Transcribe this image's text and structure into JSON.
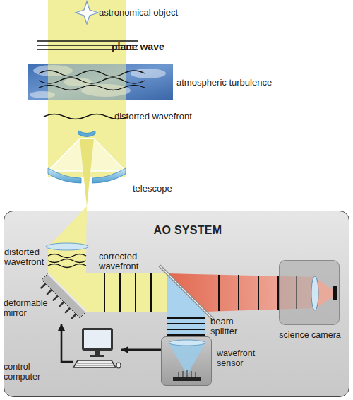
{
  "diagram": {
    "nodes": [
      {
        "text": [
          "AO SYSTEM"
        ]
      },
      {
        "text": [
          "deformable mirror"
        ],
        "in": 0
      },
      {
        "text": [
          "science camera"
        ],
        "in": 0
      },
      {
        "text": [
          "wavefront sensor"
        ],
        "in": 0
      },
      {
        "text": [
          "control computer"
        ],
        "in": 0
      }
    ],
    "edges": [
      {
        "from": 3,
        "to": 4,
        "arrow": "to"
      },
      {
        "from": 4,
        "to": 1,
        "arrow": "to"
      }
    ],
    "labels": [
      "astronomical object",
      "plane wave",
      "atmospheric turbulence",
      "distorted wavefront",
      "telescope",
      "distorted wavefront",
      "corrected wavefront",
      "beam splitter"
    ]
  }
}
